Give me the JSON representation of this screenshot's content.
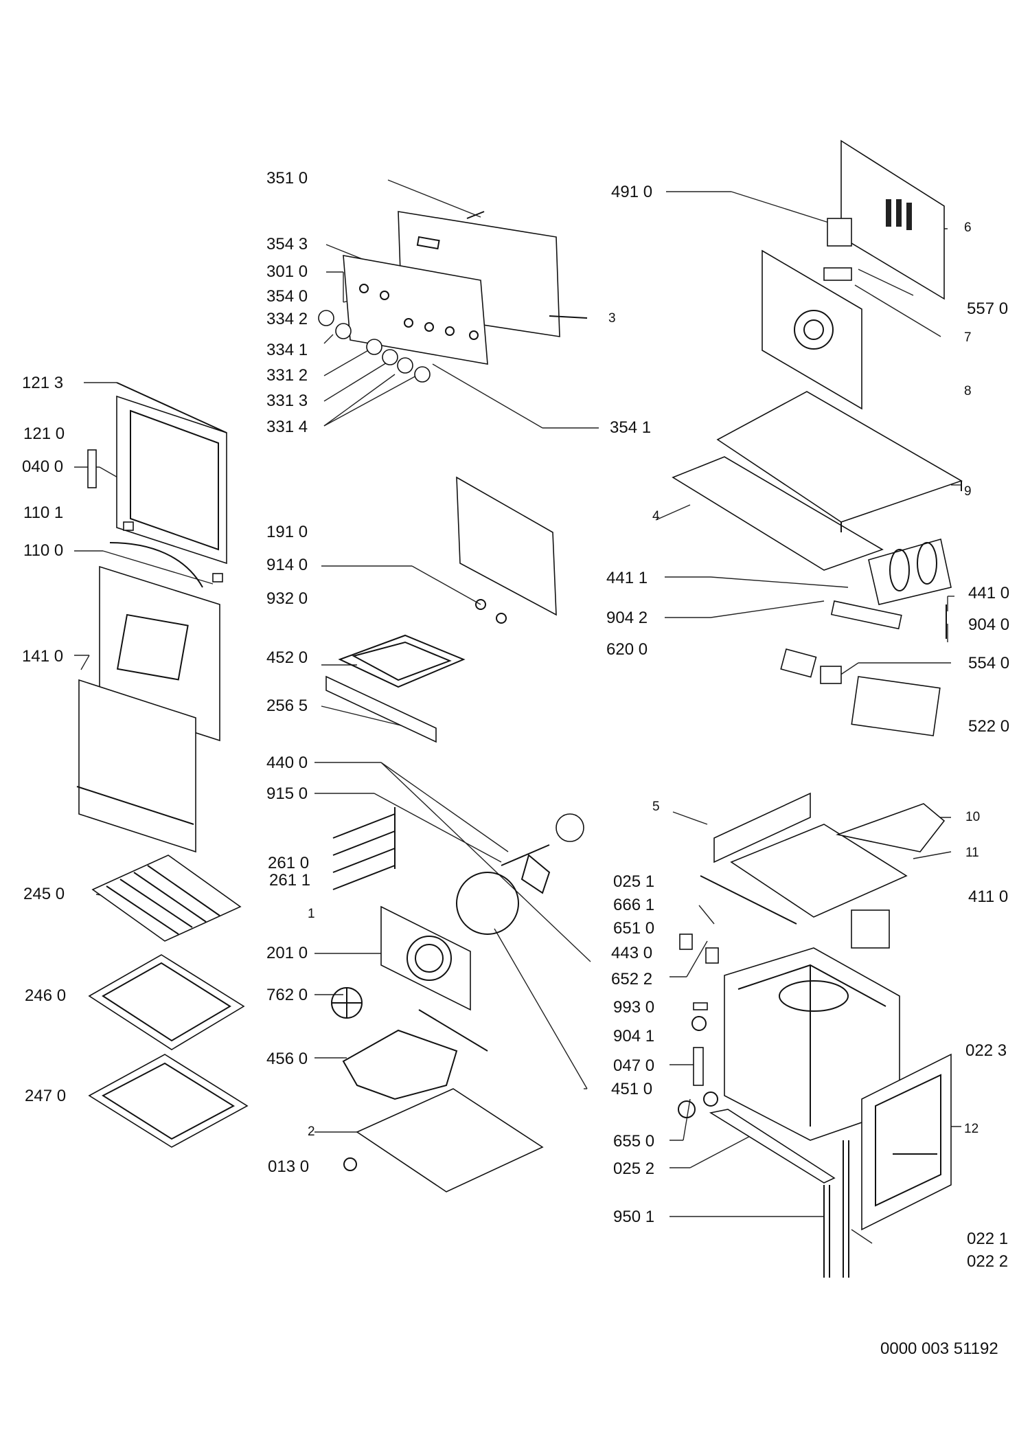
{
  "doc_code": "0000 003 51192",
  "labels": {
    "l351_0": "351 0",
    "l354_3": "354 3",
    "l301_0": "301 0",
    "l354_0": "354 0",
    "l334_2": "334 2",
    "l334_1": "334 1",
    "l331_2": "331 2",
    "l331_3": "331 3",
    "l331_4": "331 4",
    "l354_1": "354 1",
    "l3": "3",
    "l491_0": "491 0",
    "l6": "6",
    "l557_0": "557 0",
    "l7": "7",
    "l8": "8",
    "l9": "9",
    "l4": "4",
    "l121_3": "121 3",
    "l121_0": "121 0",
    "l040_0": "040 0",
    "l110_1": "110 1",
    "l110_0": "110 0",
    "l141_0": "141 0",
    "l191_0": "191 0",
    "l914_0": "914 0",
    "l932_0": "932 0",
    "l452_0": "452 0",
    "l256_5": "256 5",
    "l441_1": "441 1",
    "l441_0": "441 0",
    "l904_2": "904 2",
    "l904_0": "904 0",
    "l620_0": "620 0",
    "l554_0": "554 0",
    "l522_0": "522 0",
    "l440_0": "440 0",
    "l915_0": "915 0",
    "l261_0": "261 0",
    "l261_1": "261 1",
    "l1": "1",
    "l201_0": "201 0",
    "l762_0": "762 0",
    "l456_0": "456 0",
    "l2": "2",
    "l013_0": "013 0",
    "l245_0": "245 0",
    "l246_0": "246 0",
    "l247_0": "247 0",
    "l5": "5",
    "l10": "10",
    "l11": "11",
    "l025_1": "025 1",
    "l666_1": "666 1",
    "l651_0": "651 0",
    "l443_0": "443 0",
    "l652_2": "652 2",
    "l993_0": "993 0",
    "l904_1": "904 1",
    "l047_0": "047 0",
    "l451_0": "451 0",
    "l655_0": "655 0",
    "l025_2": "025 2",
    "l950_1": "950 1",
    "l411_0": "411 0",
    "l022_3": "022 3",
    "l12": "12",
    "l022_1": "022 1",
    "l022_2": "022 2"
  }
}
